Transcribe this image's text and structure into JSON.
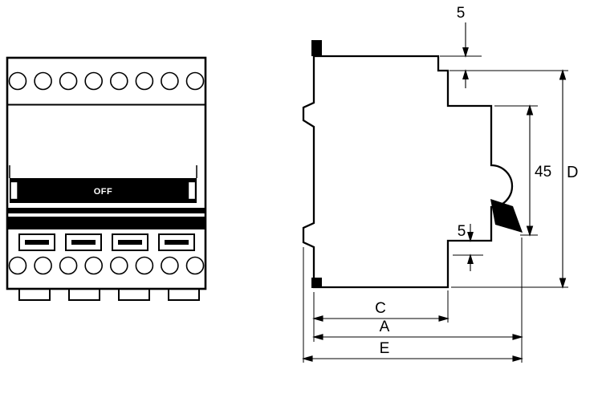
{
  "front_view": {
    "toggle_label": "OFF",
    "top_terminal_count": 8,
    "bottom_terminal_count": 8,
    "slot_count": 4,
    "foot_count": 4
  },
  "dimensions": {
    "top_clearance": "5",
    "handle_height": "45",
    "overall_height": "D",
    "bottom_clearance": "5",
    "width_c": "C",
    "width_a": "A",
    "width_e": "E"
  },
  "colors": {
    "line": "#000000",
    "fill_dark": "#000000",
    "background": "#ffffff"
  }
}
